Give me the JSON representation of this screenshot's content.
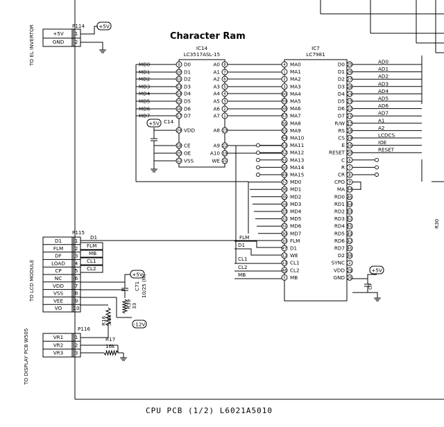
{
  "title": "Character Ram",
  "footer": "CPU  PCB (1/2) L6021A5010",
  "power": {
    "plus5": "+5V",
    "minus12": "-12V"
  },
  "connectors": {
    "p114": {
      "ref": "P114",
      "side_label": "TO EL INVERTOR",
      "pins": [
        {
          "n": "1",
          "sig": "+5V"
        },
        {
          "n": "2",
          "sig": "GND"
        }
      ]
    },
    "p115": {
      "ref": "P115",
      "side_label": "TO LCD MODULE",
      "pins": [
        {
          "n": "1",
          "sig": "D1"
        },
        {
          "n": "2",
          "sig": "FLM"
        },
        {
          "n": "3",
          "sig": "DF"
        },
        {
          "n": "4",
          "sig": "LOAD"
        },
        {
          "n": "5",
          "sig": "CP"
        },
        {
          "n": "6",
          "sig": "NC"
        },
        {
          "n": "7",
          "sig": "VDD"
        },
        {
          "n": "8",
          "sig": "VSS"
        },
        {
          "n": "9",
          "sig": "VEE"
        },
        {
          "n": "10",
          "sig": "VO"
        }
      ],
      "nets": [
        "D1",
        "FLM",
        "MB",
        "CL1",
        "CL2"
      ]
    },
    "p116": {
      "ref": "P116",
      "side_label": "TO DISPLAY PCB W505",
      "pins": [
        {
          "n": "1",
          "sig": "VR1"
        },
        {
          "n": "2",
          "sig": "VR2"
        },
        {
          "n": "3",
          "sig": "VR3"
        }
      ]
    }
  },
  "ic14": {
    "ref": "IC14",
    "part": "LC3517ASL-15",
    "left": [
      {
        "n": "9",
        "p": "D0",
        "net": "MD0"
      },
      {
        "n": "10",
        "p": "D1",
        "net": "MD1"
      },
      {
        "n": "11",
        "p": "D2",
        "net": "MD2"
      },
      {
        "n": "13",
        "p": "D3",
        "net": "MD3"
      },
      {
        "n": "14",
        "p": "D4",
        "net": "MD4"
      },
      {
        "n": "15",
        "p": "D5",
        "net": "MD5"
      },
      {
        "n": "16",
        "p": "D6",
        "net": "MD6"
      },
      {
        "n": "17",
        "p": "D7",
        "net": "MD7"
      },
      {
        "n": "24",
        "p": "VDD",
        "net": ""
      },
      {
        "n": "18",
        "p": "CE",
        "net": ""
      },
      {
        "n": "20",
        "p": "OE",
        "net": ""
      },
      {
        "n": "12",
        "p": "VSS",
        "net": ""
      }
    ],
    "right": [
      {
        "n": "8",
        "p": "A0"
      },
      {
        "n": "7",
        "p": "A1"
      },
      {
        "n": "6",
        "p": "A2"
      },
      {
        "n": "5",
        "p": "A3"
      },
      {
        "n": "4",
        "p": "A4"
      },
      {
        "n": "3",
        "p": "A5"
      },
      {
        "n": "2",
        "p": "A6"
      },
      {
        "n": "1",
        "p": "A7"
      },
      {
        "n": "23",
        "p": "A8"
      },
      {
        "n": "22",
        "p": "A9"
      },
      {
        "n": "19",
        "p": "A10"
      },
      {
        "n": "21",
        "p": "WE"
      }
    ]
  },
  "ic7": {
    "ref": "IC7",
    "part": "LC7981",
    "left": [
      {
        "n": "4",
        "p": "MA0"
      },
      {
        "n": "1",
        "p": "MA1"
      },
      {
        "n": "2",
        "p": "MA2"
      },
      {
        "n": "3",
        "p": "MA3"
      },
      {
        "n": "60",
        "p": "MA4"
      },
      {
        "n": "59",
        "p": "MA5"
      },
      {
        "n": "58",
        "p": "MA6"
      },
      {
        "n": "57",
        "p": "MA7"
      },
      {
        "n": "56",
        "p": "MA8"
      },
      {
        "n": "55",
        "p": "MA9"
      },
      {
        "n": "54",
        "p": "MA10"
      },
      {
        "n": "53",
        "p": "MA11"
      },
      {
        "n": "52",
        "p": "MA12"
      },
      {
        "n": "51",
        "p": "MA13"
      },
      {
        "n": "50",
        "p": "MA14"
      },
      {
        "n": "49",
        "p": "MA15"
      },
      {
        "n": "37",
        "p": "MD0"
      },
      {
        "n": "36",
        "p": "MD1"
      },
      {
        "n": "35",
        "p": "MD2"
      },
      {
        "n": "34",
        "p": "MD3"
      },
      {
        "n": "33",
        "p": "MD4"
      },
      {
        "n": "32",
        "p": "MD5"
      },
      {
        "n": "31",
        "p": "MD6"
      },
      {
        "n": "30",
        "p": "MD7"
      },
      {
        "n": "10",
        "p": "FLM"
      },
      {
        "n": "47",
        "p": "D1"
      },
      {
        "n": "12",
        "p": "WE"
      },
      {
        "n": "13",
        "p": "CL1"
      },
      {
        "n": "46",
        "p": "CL2"
      },
      {
        "n": "5",
        "p": "MB"
      }
    ],
    "right": [
      {
        "n": "25",
        "p": "D0",
        "net": "AD0"
      },
      {
        "n": "26",
        "p": "D1",
        "net": "AD1"
      },
      {
        "n": "27",
        "p": "D2",
        "net": "AD2"
      },
      {
        "n": "28",
        "p": "D3",
        "net": "AD3"
      },
      {
        "n": "24",
        "p": "D4",
        "net": "AD4"
      },
      {
        "n": "23",
        "p": "D5",
        "net": "AD5"
      },
      {
        "n": "22",
        "p": "D6",
        "net": "AD6"
      },
      {
        "n": "21",
        "p": "D7",
        "net": "AD7"
      },
      {
        "n": "17",
        "p": "R/W",
        "net": "A1"
      },
      {
        "n": "18",
        "p": "RS",
        "net": "A2"
      },
      {
        "n": "19",
        "p": "CS",
        "net": "LCDCS"
      },
      {
        "n": "16",
        "p": "E",
        "net": "IOE"
      },
      {
        "n": "20",
        "p": "RESET",
        "net": "RESET"
      },
      {
        "n": "6",
        "p": "C",
        "net": ""
      },
      {
        "n": "7",
        "p": "R",
        "net": ""
      },
      {
        "n": "8",
        "p": "CR",
        "net": ""
      },
      {
        "n": "9",
        "p": "CPO",
        "net": ""
      },
      {
        "n": "44",
        "p": "MA",
        "net": ""
      },
      {
        "n": "45",
        "p": "RD0",
        "net": ""
      },
      {
        "n": "64",
        "p": "RD1",
        "net": ""
      },
      {
        "n": "63",
        "p": "RD2",
        "net": ""
      },
      {
        "n": "62",
        "p": "RD3",
        "net": ""
      },
      {
        "n": "61",
        "p": "RD4",
        "net": ""
      },
      {
        "n": "43",
        "p": "RD5",
        "net": ""
      },
      {
        "n": "42",
        "p": "RD6",
        "net": ""
      },
      {
        "n": "41",
        "p": "RD7",
        "net": ""
      },
      {
        "n": "48",
        "p": "D2",
        "net": ""
      },
      {
        "n": "2",
        "p": "SYNC",
        "net": ""
      },
      {
        "n": "29",
        "p": "VDD",
        "net": ""
      },
      {
        "n": "26",
        "p": "GND",
        "net": ""
      }
    ]
  },
  "c14": {
    "ref": "C14"
  },
  "c71": {
    "ref": "C71",
    "value": "10/25 (M)"
  },
  "c7": {
    "ref": "C7"
  },
  "r39": {
    "ref": "R39",
    "value": "33"
  },
  "r16": {
    "ref": "R16",
    "value": "5.6k"
  },
  "r17": {
    "ref": "R17",
    "value": "16k"
  },
  "r30": {
    "ref": "R30"
  }
}
